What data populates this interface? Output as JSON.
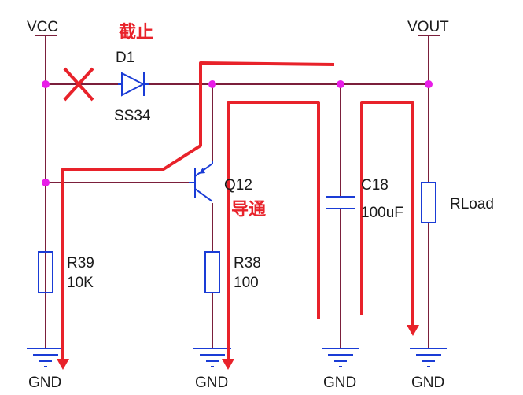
{
  "rails": {
    "vcc": "VCC",
    "vout": "VOUT",
    "gnd_labels": [
      "GND",
      "GND",
      "GND",
      "GND"
    ]
  },
  "components": {
    "diode_ref": "D1",
    "diode_value": "SS34",
    "transistor_ref": "Q12",
    "r39_ref": "R39",
    "r39_value": "10K",
    "r38_ref": "R38",
    "r38_value": "100",
    "cap_ref": "C18",
    "cap_value": "100uF",
    "load_ref": "RLoad"
  },
  "annotations": {
    "diode_state": "截止",
    "transistor_state": "导通"
  },
  "colors": {
    "wire": "#7b1f3b",
    "component": "#1a3cd6",
    "current_path": "#e8222a",
    "junction": "#e81ee8"
  }
}
